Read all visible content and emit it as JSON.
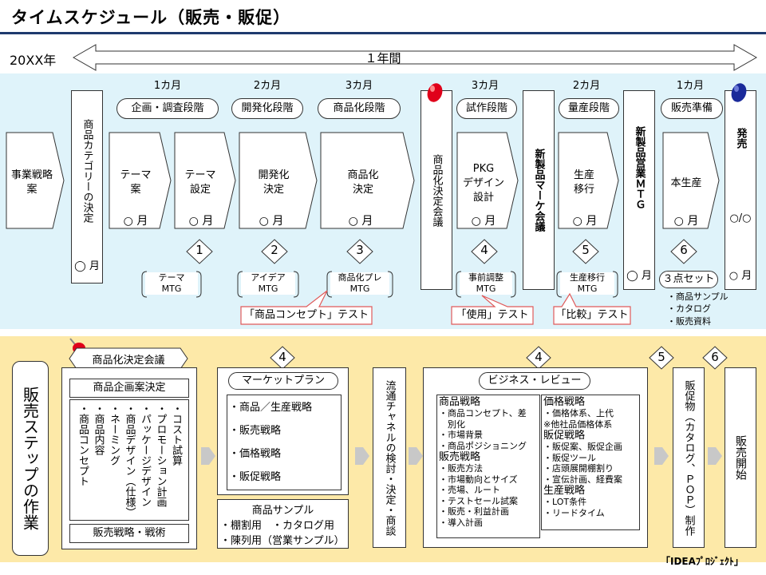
{
  "title": "タイムスケジュール（販売・販促）",
  "year_label": "20XX年",
  "year_span": "１年間",
  "top": {
    "durations": [
      "1カ月",
      "2カ月",
      "3カ月",
      "3カ月",
      "2カ月",
      "1カ月"
    ],
    "phases": [
      "企画・調査段階",
      "開発化段階",
      "商品化段階",
      "試作段階",
      "量産段階",
      "販売準備"
    ],
    "start": "事業戦略\n案",
    "category_decision": "商品カテゴリーの決定",
    "category_month": "◯ 月",
    "steps": [
      {
        "label": "テーマ\n案",
        "month": "○ 月"
      },
      {
        "label": "テーマ\n設定",
        "month": "○ 月"
      },
      {
        "label": "開発化\n決定",
        "month": "○ 月"
      },
      {
        "label": "商品化\n決定",
        "month": "○ 月"
      },
      {
        "label": "PKG\nデザイン\n設計",
        "month": "○ 月"
      },
      {
        "label": "生産\n移行",
        "month": "○ 月"
      },
      {
        "label": "本生産",
        "month": "○ 月"
      }
    ],
    "meeting_decision": "商品化決定会議",
    "meeting_new_product": "新製品マーケ会議",
    "meeting_sales": "新製品営業ＭＴＧ",
    "sales_month": "◯ 月",
    "release": "発売",
    "release_date": "○/○",
    "release_month": "○ 月",
    "diamond_numbers": [
      "1",
      "2",
      "3",
      "4",
      "5",
      "6"
    ],
    "mtgs": [
      "テーマ\nMTG",
      "アイデア\nMTG",
      "商品化プレ\nMTG",
      "事前調整\nMTG",
      "生産移行\nMTG"
    ],
    "tests": [
      "「商品コンセプト」テスト",
      "「使用」テスト",
      "「比較」テスト"
    ],
    "three_set": "３点セット",
    "three_set_items": [
      "・商品サンプル",
      "・カタログ",
      "・販売資料"
    ]
  },
  "bottom": {
    "side_title": "販売ステップの作業",
    "meeting_tag": "商品化決定会議",
    "plan_head": "商品企画案決定",
    "plan_cols": [
      "・商品コンセプト",
      "・商品内容",
      "・ネーミング",
      "・商品デザイン（仕様）",
      "・パッケージデザイン",
      "・プロモーション計画",
      "・コスト試算"
    ],
    "plan_foot": "販売戦略・戦術",
    "diamonds": [
      "4",
      "4",
      "5",
      "6"
    ],
    "market_title": "マーケットプラン",
    "market_items": [
      "・商品／生産戦略",
      "・販売戦略",
      "・価格戦略",
      "・販促戦略"
    ],
    "sample_title": "商品サンプル",
    "sample_lines": [
      "・棚割用　・カタログ用",
      "・陳列用（営業サンプル）"
    ],
    "channel": "流通チャネルの検討・決定・商談",
    "review_title": "ビジネス・レビュー",
    "review_left": [
      "商品戦略",
      "・商品コンセプト、差",
      "　別化",
      "・市場背景",
      "・商品ポジショニング",
      "販売戦略",
      "・販売方法",
      "・市場動向とサイズ",
      "・売場、ルート",
      "・テストセール試案",
      "・販売・利益計画",
      "・導入計画"
    ],
    "review_right": [
      "価格戦略",
      "・価格体系、上代",
      "※他社品価格体系",
      "販促戦略",
      "・販促案、販促企画",
      "・販促ツール",
      "・店頭展開棚割り",
      "・宣伝計画、経費案",
      "生産戦略",
      "・LOT条件",
      "・リードタイム"
    ],
    "promo": "販促物（カタログ、ＰＯＰ）制作",
    "start_sales": "販売開始"
  },
  "footer": "「IDEAﾌﾟﾛｼﾞｪｸﾄ」",
  "colors": {
    "top_band": "#dff3fa",
    "bottom_band": "#fde9a8",
    "title_rule": "#1e3a6e",
    "pin_red": "#e0001a",
    "pin_blue": "#1a2a9a",
    "callout_border": "#e05a5a"
  }
}
